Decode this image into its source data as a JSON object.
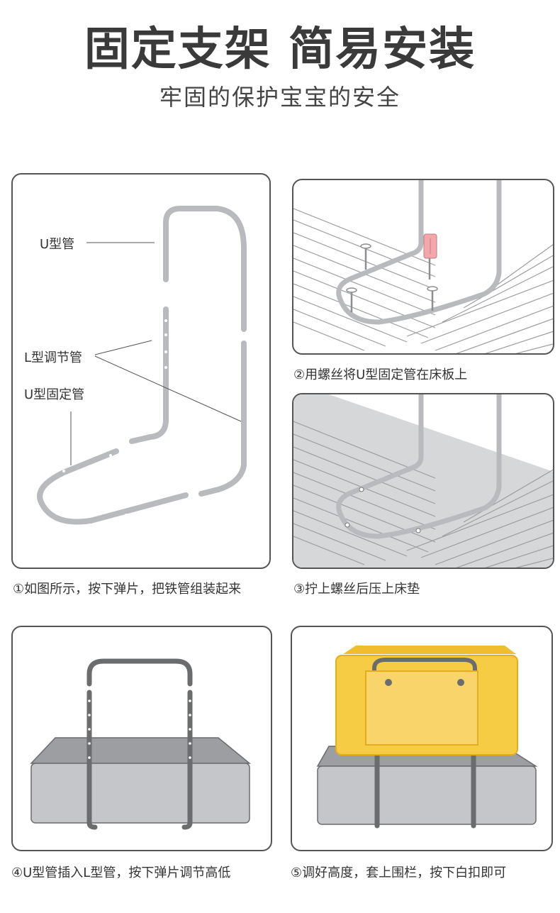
{
  "header": {
    "title": "固定支架 简易安装",
    "subtitle": "牢固的保护宝宝的安全"
  },
  "panel1": {
    "labels": {
      "u_tube": "U型管",
      "l_tube": "L型调节管",
      "u_fixed_tube": "U型固定管"
    },
    "caption": "①如图所示，按下弹片，把铁管组装起来"
  },
  "panel2": {
    "caption": "②用螺丝将U型固定管在床板上"
  },
  "panel3": {
    "caption": "③拧上螺丝后压上床垫"
  },
  "panel4": {
    "caption": "④U型管插入L型管，按下弹片调节高低"
  },
  "panel5": {
    "caption": "⑤调好高度，套上围栏，按下白扣即可"
  },
  "colors": {
    "tube_light": "#b8babd",
    "tube_dark": "#6b6c6e",
    "mattress": "#c4c6c9",
    "fence_yellow": "#f7cc45",
    "screwdriver_pink": "#f2a7ad"
  }
}
